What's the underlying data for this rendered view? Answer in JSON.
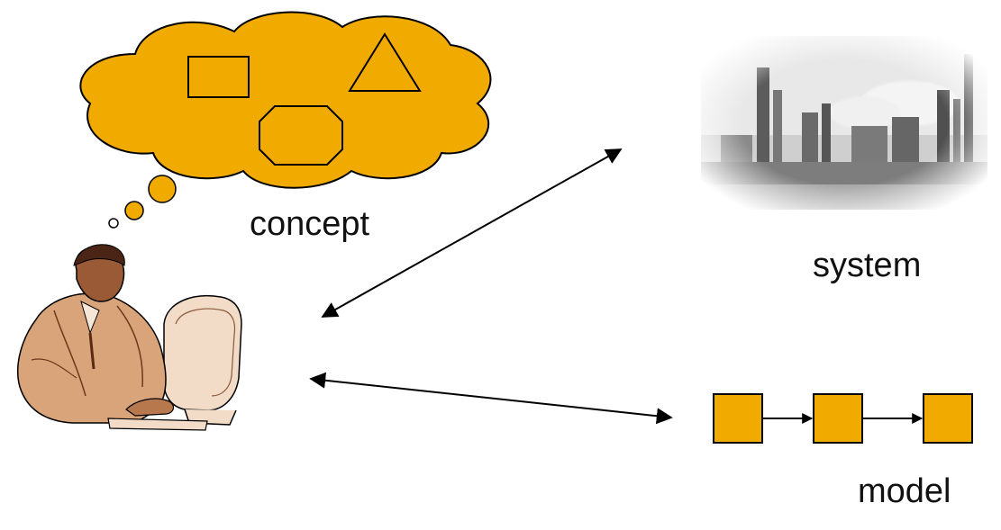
{
  "labels": {
    "concept": "concept",
    "system": "system",
    "model": "model"
  },
  "colors": {
    "cloud_fill": "#f0aa00",
    "model_box_fill": "#f0aa00",
    "stroke": "#000000",
    "figure_skin": "#8a4a2a",
    "figure_suit": "#c98a5e",
    "monitor": "#f2dcc8",
    "factory_gray": "#9a9a9a"
  },
  "icons": {
    "thinker": "person-at-computer-icon",
    "factory": "industrial-plant-photo",
    "thought": "thought-cloud-icon"
  },
  "model": {
    "box_count": 3
  }
}
